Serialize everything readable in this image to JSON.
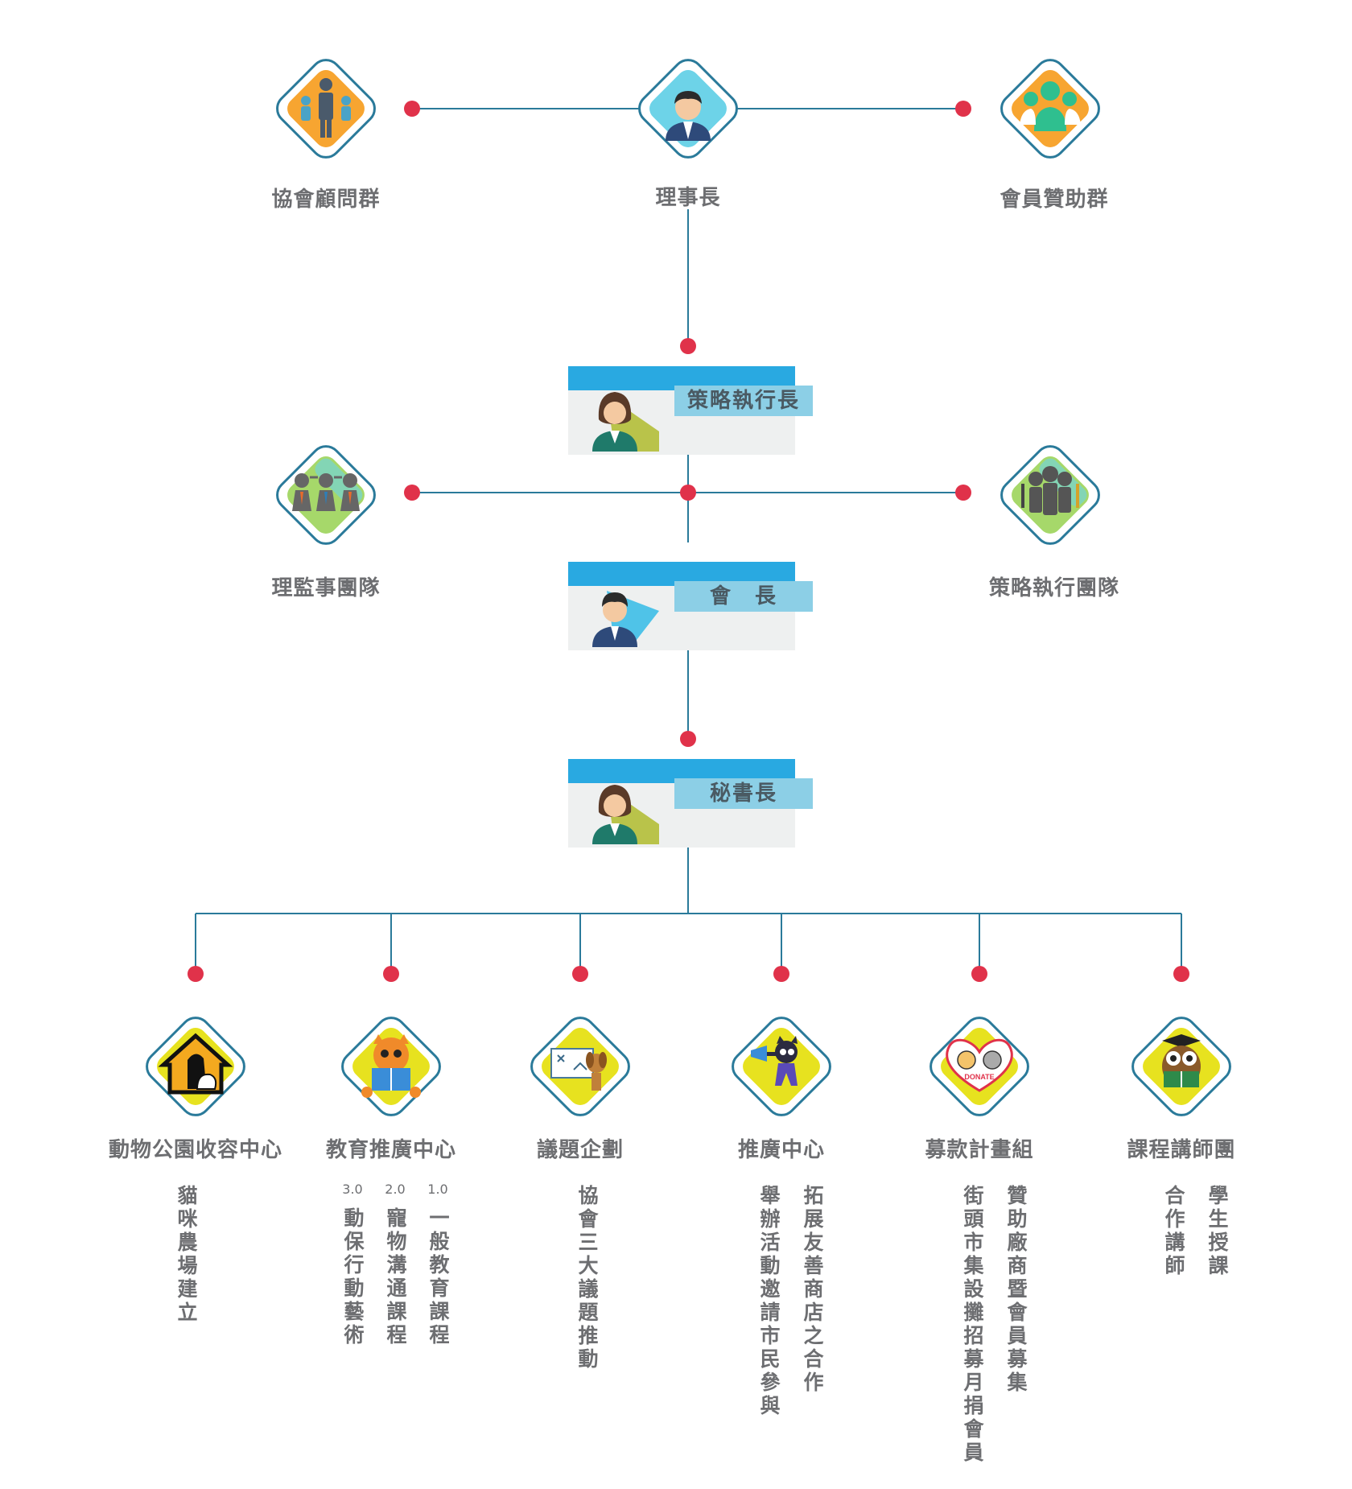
{
  "top": {
    "advisors_label": "協會顧問群",
    "chairman_label": "理事長",
    "sponsors_label": "會員贊助群"
  },
  "middle": {
    "strategy_ceo_label": "策略執行長",
    "board_team_label": "理監事團隊",
    "strategy_team_label": "策略執行團隊",
    "president_label": "會　長",
    "secretary_label": "秘書長"
  },
  "departments": [
    {
      "title": "動物公園收容中心",
      "items": [
        "貓咪農場建立"
      ]
    },
    {
      "title": "教育推廣中心",
      "items": [
        {
          "num": "1.0",
          "text": "一般教育課程"
        },
        {
          "num": "2.0",
          "text": "寵物溝通課程"
        },
        {
          "num": "3.0",
          "text": "動保行動藝術"
        }
      ]
    },
    {
      "title": "議題企劃",
      "items": [
        "協會三大議題推動"
      ]
    },
    {
      "title": "推廣中心",
      "items": [
        "拓展友善商店之合作",
        "舉辦活動邀請市民參與"
      ]
    },
    {
      "title": "募款計畫組",
      "items": [
        "贊助廠商暨會員募集",
        "街頭市集設攤招募月捐會員"
      ]
    },
    {
      "title": "課程講師團",
      "items": [
        "學生授課",
        "合作講師"
      ]
    }
  ],
  "donate_badge": "DONATE",
  "colors": {
    "line": "#2a7a9a",
    "dot": "#e0324a",
    "card_stripe": "#29a9e1",
    "card_tag": "#8ccfe6",
    "label": "#6d6e71"
  }
}
